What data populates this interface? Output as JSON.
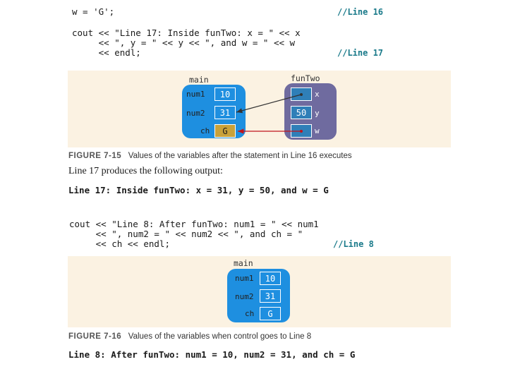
{
  "code_top": {
    "line1": "w = 'G';",
    "line1_comment": "//Line 16",
    "line2": "cout << \"Line 17: Inside funTwo: x = \" << x",
    "line3": "     << \", y = \" << y << \", and w = \" << w",
    "line4": "     << endl;",
    "line4_comment": "//Line 17"
  },
  "figure_15": {
    "main_label": "main",
    "fun_label": "funTwo",
    "main_vars": [
      {
        "name": "num1",
        "value": "10"
      },
      {
        "name": "num2",
        "value": "31"
      },
      {
        "name": "ch",
        "value": "G"
      }
    ],
    "fun_vars": [
      {
        "name": "x",
        "value": ""
      },
      {
        "name": "y",
        "value": "50"
      },
      {
        "name": "w",
        "value": ""
      }
    ],
    "caption_num": "FIGURE 7-15",
    "caption_text": "Values of the variables after the statement in Line 16 executes"
  },
  "prose1": "Line 17 produces the following output:",
  "output1": "Line 17: Inside funTwo: x = 31, y = 50, and w = G",
  "code_mid": {
    "line1": "cout << \"Line 8: After funTwo: num1 = \" << num1",
    "line2": "     << \", num2 = \" << num2 << \", and ch = \"",
    "line3": "     << ch << endl;",
    "line3_comment": "//Line 8"
  },
  "figure_16": {
    "main_label": "main",
    "main_vars": [
      {
        "name": "num1",
        "value": "10"
      },
      {
        "name": "num2",
        "value": "31"
      },
      {
        "name": "ch",
        "value": "G"
      }
    ],
    "caption_num": "FIGURE 7-16",
    "caption_text": "Values of the variables when control goes to Line 8"
  },
  "output2": "Line 8: After funTwo: num1 = 10, num2 = 31, and ch = G",
  "colors": {
    "panel_bg": "#fbf2e2",
    "main_box": "#1e8fe0",
    "fun_box": "#6f6b9f",
    "comment": "#1a7a8a",
    "arrow_dark": "#333333",
    "arrow_red": "#c0141c"
  }
}
